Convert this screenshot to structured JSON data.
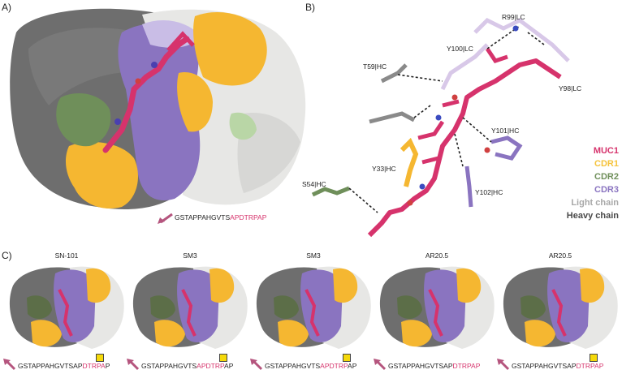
{
  "panels": {
    "a": {
      "label": "A)",
      "sequence_plain": "GSTAPPAHGVTS",
      "sequence_highlight": "APDTRPAP"
    },
    "b": {
      "label": "B)",
      "residues": [
        "R99|LC",
        "Y100|LC",
        "T59|HC",
        "Y98|LC",
        "Y101|HC",
        "Y33|HC",
        "S54|HC",
        "Y102|HC"
      ],
      "legend": [
        {
          "label": "MUC1",
          "color": "#d6336c"
        },
        {
          "label": "CDR1",
          "color": "#f5c33b"
        },
        {
          "label": "CDR2",
          "color": "#6f8f5a"
        },
        {
          "label": "CDR3",
          "color": "#8a74c0"
        },
        {
          "label": "Light chain",
          "color": "#a8a8a8"
        },
        {
          "label": "Heavy chain",
          "color": "#4a4a4a"
        }
      ]
    },
    "c": {
      "label": "C)",
      "structures": [
        {
          "title": "SN-101",
          "pre": "GSTAPPAHGVTSAP",
          "hl": "DTRPA",
          "post": "P"
        },
        {
          "title": "SM3",
          "pre": "GSTAPPAHGVTS",
          "hl": "APDTRP",
          "post": "AP"
        },
        {
          "title": "SM3",
          "pre": "GSTAPPAHGVTS",
          "hl": "APDTRP",
          "post": "AP"
        },
        {
          "title": "AR20.5",
          "pre": "GSTAPPAHGVTSAP",
          "hl": "DTRPAP",
          "post": ""
        },
        {
          "title": "AR20.5",
          "pre": "GSTAPPAHGVTSAP",
          "hl": "DTRPAP",
          "post": ""
        }
      ]
    }
  },
  "colors": {
    "muc1": "#d6336c",
    "cdr1": "#f5b731",
    "cdr2": "#6f8f5a",
    "cdr3": "#8a74c0",
    "light": "#e8e8e6",
    "heavy": "#6b6b6b",
    "glycan": "#f5d90a"
  }
}
